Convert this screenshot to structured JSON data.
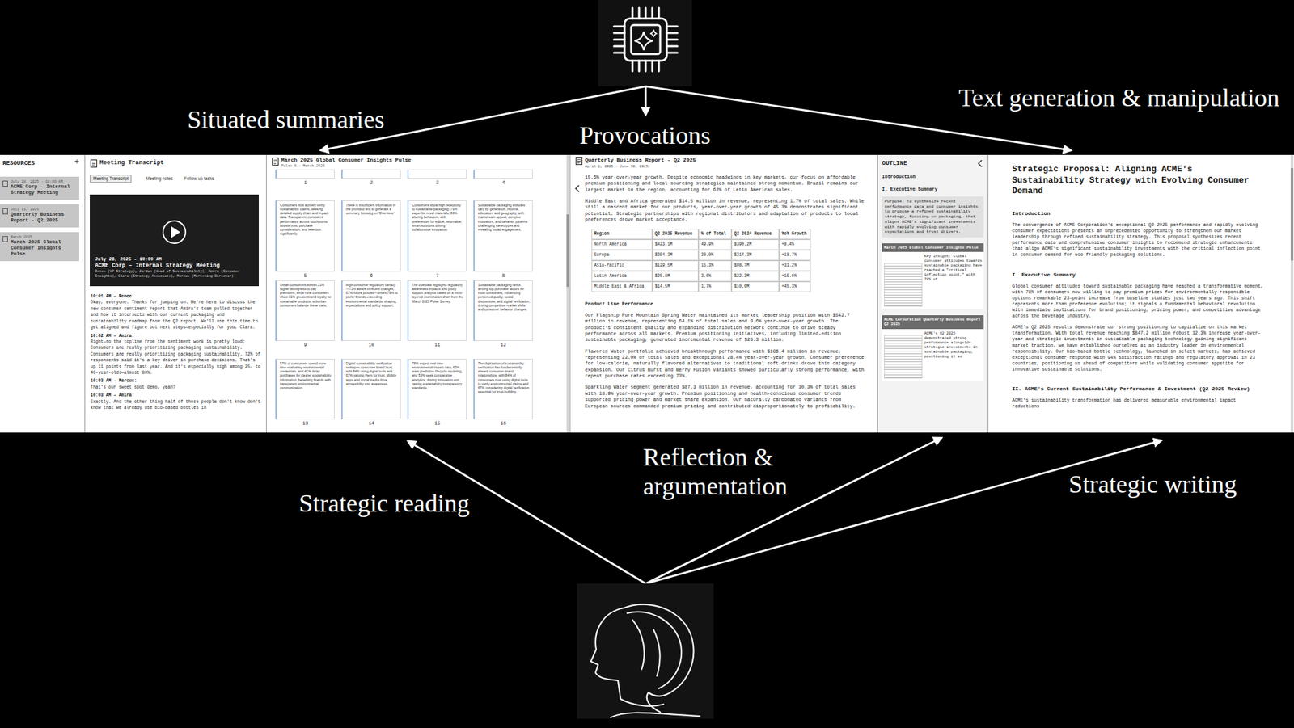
{
  "diagram": {
    "nodes": [
      {
        "text": [
          "RESOURCES",
          "+"
        ]
      },
      {
        "text": [
          "July 28, 2025 · 10:00 AM",
          "ACME Corp - Internal Strategy Meeting"
        ],
        "in": 0
      },
      {
        "text": [
          "July 15, 2025",
          "Quarterly Business Report - Q2 2025"
        ],
        "in": 0
      },
      {
        "text": [
          "March 2025",
          "March 2025 Global Consumer Insights Pulse"
        ],
        "in": 0
      },
      {
        "text": [
          "Meeting Transcript",
          "Meeting notes",
          "Follow-up tasks",
          "10:01 AM – Renee:",
          "Okay, everyone. Thanks for jumping on. We're here to discuss the new consumer sentiment report that Amira's team pulled together and how it intersects with our current packaging and sustainability roadmap from the Q2 report. We'll use this time to get aligned and figure out next steps—especially for you, Clara.",
          "10:02 AM – Amira:",
          "Right—so the topline from the sentiment work is pretty loud: Consumers are really prioritizing packaging sustainability. Consumers are really prioritizing packaging sustainability. 72% of respondents said it's a key driver in purchase decisions. That's up 11 points from last year. And it's especially high among 25- to 40-year-olds—almost 80%.",
          "10:03 AM – Marcus:",
          "That's our sweet spot demo, yeah?",
          "10:03 AM – Amira:",
          "Exactly. And the other thing—half of those people don't know don't know that we already use bio-based bottles in"
        ]
      },
      {
        "text": [
          "Meeting Transcript"
        ],
        "in": 4
      },
      {
        "text": [
          "July 28, 2025 - 10:00 AM",
          "ACME Corp – Internal Strategy Meeting",
          "Renee (VP Strategy), Jordan (Head of Sustainability), Amira (Consumer Insights), Clara (Strategy Associate), Marcos (Marketing Director)"
        ],
        "in": 4
      },
      {
        "text": [
          "March 2025 Global Consumer Insights Pulse",
          "Pulse 6 - March 2025"
        ]
      },
      {
        "text": [
          "1"
        ],
        "in": 7
      },
      {
        "text": [
          "2"
        ],
        "in": 7
      },
      {
        "text": [
          "3"
        ],
        "in": 7
      },
      {
        "text": [
          "4"
        ],
        "in": 7
      },
      {
        "text": [
          "Consumers now actively verify sustainability claims, seeking detailed supply chain and impact data. Transparent, consistent performance across touchpoints boosts trust, purchase consideration, and retention significantly.",
          "5"
        ],
        "in": 7
      },
      {
        "text": [
          "There is insufficient information in the provided text to generate a summary focusing on 'Overview.'",
          "6"
        ],
        "in": 7
      },
      {
        "text": [
          "Consumers show high receptivity to sustainable packaging: 79% eager for novel materials, 86% altering behaviors, with preferences for edible, returnable, smart solutions driving collaborative innovation.",
          "7"
        ],
        "in": 7
      },
      {
        "text": [
          "Sustainable packaging attitudes vary by generation, income, education, and geography, with mainstream appeal, complex motivators, and behavior patterns challenging stereotypes and revealing broad engagement.",
          "8"
        ],
        "in": 7
      },
      {
        "text": [
          "Urban consumers exhibit 23% higher willingness to pay premiums, while rural consumers show 31% greater brand loyalty for sustainable products; suburban consumers balance these traits.",
          "9"
        ],
        "in": 7
      },
      {
        "text": [
          "High consumer regulatory literacy—73% aware of recent changes, 67% future policies—drives 79% to prefer brands exceeding environmental standards, shaping expectations and policy support.",
          "10"
        ],
        "in": 7
      },
      {
        "text": [
          "The overview highlights regulatory awareness impacts and policy support analysis based on a multi-layered examination chart from the March 2025 Pulse Survey.",
          "11"
        ],
        "in": 7
      },
      {
        "text": [
          "Sustainable packaging ranks among top purchase factors for most consumers, influencing perceived quality, social discussions, and digital verification, driving competitive market shifts and consumer behavior changes.",
          "12"
        ],
        "in": 7
      },
      {
        "text": [
          "57% of consumers spend more time evaluating environmental credentials, and 41% delay purchases for clearer sustainability information, benefiting brands with transparent environmental communication.",
          "13"
        ],
        "in": 7
      },
      {
        "text": [
          "Digital sustainability verification reshapes consumer brand trust, with 84% using digital tools and 67% valuing them for trust. Mobile apps and social media drive accessibility and awareness.",
          "14"
        ],
        "in": 7
      },
      {
        "text": [
          "78% expect real-time environmental impact data, 65% want predictive lifecycle modeling, and 59% seek comparative analytics, driving innovation and raising sustainability transparency standards.",
          "15"
        ],
        "in": 7
      },
      {
        "text": [
          "The digitization of sustainability verification has fundamentally altered consumer-brand relationships, with 84% of consumers now using digital tools to verify environmental claims and 67% considering digital verification essential for trust-building.",
          "16"
        ],
        "in": 7
      },
      {
        "text": [
          "Quarterly Business Report - Q2 2025",
          "April 1, 2025 - June 30, 2025",
          "15.6% year-over-year growth. Despite economic headwinds in key markets, our focus on affordable premium positioning and local sourcing strategies maintained strong momentum. Brazil remains our largest market in the region, accounting for 62% of Latin American sales.",
          "Middle East and Africa generated $14.5 million in revenue, representing 1.7% of total sales. While still a nascent market for our products, year-over-year growth of 45.3% demonstrates significant potential. Strategic partnerships with regional distributors and adaptation of products to local preferences drove market acceptance.",
          "Product Line Performance",
          "Our Flagship Pure Mountain Spring Water maintained its market leadership position with $542.7 million in revenue, representing 64.1% of total sales and 9.6% year-over-year growth. The product's consistent quality and expanding distribution network continue to drive steady performance across all markets. Premium positioning initiatives, including limited-edition sustainable packaging, generated incremental revenue of $28.3 million.",
          "Flavored Water portfolio achieved breakthrough performance with $186.4 million in revenue, representing 22.0% of total sales and exceptional 28.4% year-over-year growth. Consumer preference for low-calorie, naturally flavored alternatives to traditional soft drinks drove this category expansion. Our Citrus Burst and Berry Fusion variants showed particularly strong performance, with repeat purchase rates exceeding 73%.",
          "Sparkling Water segment generated $87.3 million in revenue, accounting for 10.3% of total sales with 18.9% year-over-year growth. Premium positioning and health-conscious consumer trends supported pricing power and market share expansion. Our naturally carbonated variants from European sources commanded premium pricing and contributed disproportionately to profitability."
        ]
      },
      {
        "text": [
          "OUTLINE",
          "Introduction",
          "I. Executive Summary"
        ]
      },
      {
        "text": [
          "Purpose: To synthesize recent performance data and consumer insights to propose a refined sustainability strategy, focusing on packaging, that aligns ACME's significant investments with rapidly evolving consumer expectations and trust drivers."
        ],
        "in": 25
      },
      {
        "text": [
          "March 2025 Global Consumer Insights Pulse",
          "Key Insight: Global consumer attitudes towards sustainable packaging have reached a \"critical inflection point,\" with 78% of"
        ],
        "in": 25
      },
      {
        "text": [
          "ACME Corporation Quarterly Business Report Q2 2025",
          "ACME's Q2 2025 demonstrated strong performance alongside strategic investments in sustainable packaging, positioning it as"
        ],
        "in": 25
      },
      {
        "text": [
          "Strategic Proposal: Aligning ACME's Sustainability Strategy with Evolving Consumer Demand",
          "Introduction",
          "The convergence of ACME Corporation's exceptional Q2 2025 performance and rapidly evolving consumer expectations presents an unprecedented opportunity to strengthen our market leadership through refined sustainability strategy. This proposal synthesizes recent performance data and comprehensive consumer insights to recommend strategic enhancements that align ACME's significant sustainability investments with the critical inflection point in consumer demand for eco-friendly packaging solutions.",
          "I. Executive Summary",
          "Global consumer attitudes toward sustainable packaging have reached a transformative moment, with 78% of consumers now willing to pay premium prices for environmentally responsible options remarkable 23-point increase from baseline studies just two years ago. This shift represents more than preference evolution; it signals a fundamental behavioral revolution with immediate implications for brand positioning, pricing power, and competitive advantage across the beverage industry.",
          "ACME's Q2 2025 results demonstrate our strong positioning to capitalize on this market transformation. With total revenue reaching $847.2 million robust 12.3% increase year-over-year and strategic investments in sustainable packaging technology gaining significant market traction, we have established ourselves as an industry leader in environmental responsibility. Our bio-based bottle technology, launched in select markets, has achieved exceptional consumer response with 94% satisfaction ratings and regulatory approval in 23 countries, positioning us ahead of competitors while validating consumer appetite for innovative sustainable solutions.",
          "II. ACME's Current Sustainability Performance & Investment (Q2 2025 Review)",
          "ACME's sustainability transformation has delivered measurable environmental impact reductions"
        ]
      }
    ],
    "labels": [
      "Situated summaries",
      "Provocations",
      "Text generation & manipulation",
      "Strategic reading",
      "Reflection & argumentation",
      "Strategic writing",
      "Region",
      "Q2 2025 Revenue",
      "% of Total",
      "Q2 2024 Revenue",
      "YoY Growth",
      "North America",
      "$423.1M",
      "49.9%",
      "$390.2M",
      "+8.4%",
      "Europe",
      "$254.3M",
      "30.0%",
      "$214.3M",
      "+18.7%",
      "Asia-Pacific",
      "$129.5M",
      "15.3%",
      "$98.7M",
      "+31.2%",
      "Latin America",
      "$25.8M",
      "3.0%",
      "$22.3M",
      "+15.6%",
      "Middle East & Africa",
      "$14.5M",
      "1.7%",
      "$10.0M",
      "+45.3%"
    ]
  }
}
